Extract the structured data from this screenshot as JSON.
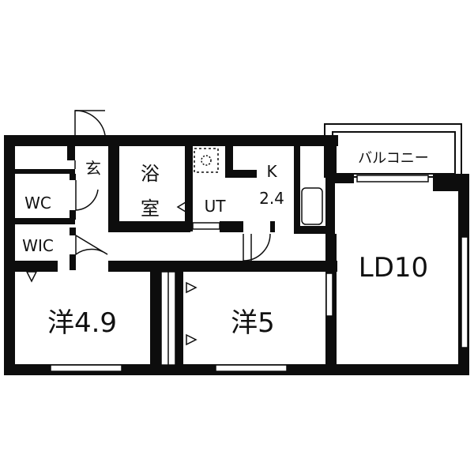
{
  "floor_plan": {
    "rooms": {
      "genkan": "玄",
      "wc": "WC",
      "wic": "WIC",
      "bath_1": "浴",
      "bath_2": "室",
      "ut": "UT",
      "kitchen_1": "K",
      "kitchen_2": "2.4",
      "balcony": "バルコニー",
      "ld": "LD10",
      "western_1": "洋4.9",
      "western_2": "洋5"
    },
    "colors": {
      "wall": "#0d0d0d",
      "background": "#ffffff"
    }
  }
}
